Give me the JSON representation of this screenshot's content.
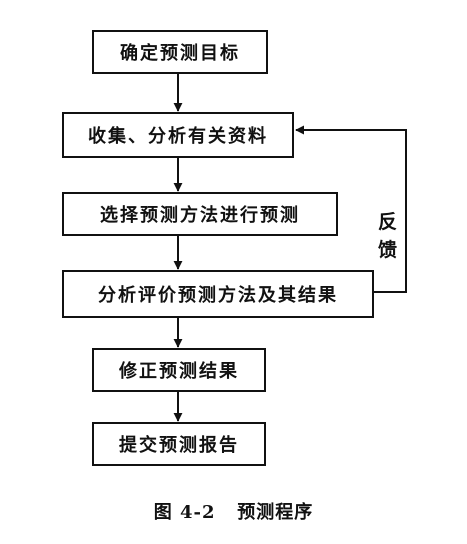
{
  "steps": [
    "确定预测目标",
    "收集、分析有关资料",
    "选择预测方法进行预测",
    "分析评价预测方法及其结果",
    "修正预测结果",
    "提交预测报告"
  ],
  "feedback_label": [
    "反",
    "馈"
  ],
  "caption": "图 4-2   预测程序"
}
